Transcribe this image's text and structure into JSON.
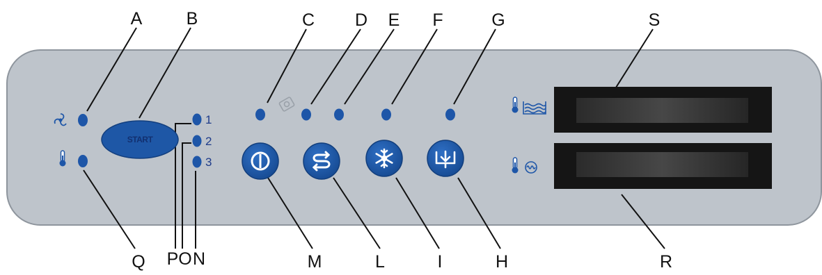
{
  "panel": {
    "start_label": "START",
    "program_numbers": [
      "1",
      "2",
      "3"
    ]
  },
  "callouts": {
    "A": "A",
    "B": "B",
    "C": "C",
    "D": "D",
    "E": "E",
    "F": "F",
    "G": "G",
    "S": "S",
    "Q": "Q",
    "P": "P",
    "O": "O",
    "N": "N",
    "M": "M",
    "L": "L",
    "I": "I",
    "H": "H",
    "R": "R"
  },
  "icons": {
    "fan": "fan-icon",
    "thermometer": "thermometer-icon",
    "power": "power-icon",
    "cycle": "cycle-icon",
    "snowflake": "snowflake-icon",
    "drain": "drain-icon",
    "tank": "tank-icon",
    "boiler": "boiler-icon",
    "door": "door-icon"
  },
  "colors": {
    "panel": "#bec4cb",
    "panel_border": "#8e959d",
    "led": "#1e56a8",
    "button": "#1e57a6",
    "display": "#151515",
    "display_screen": "#2b2b2b"
  }
}
